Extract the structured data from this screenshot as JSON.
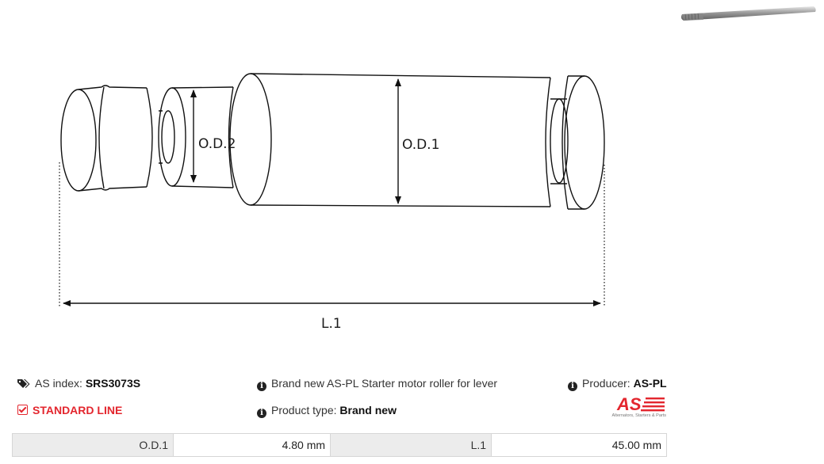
{
  "drawing": {
    "labels": {
      "od2": "O.D.2",
      "od1": "O.D.1",
      "l1": "L.1"
    }
  },
  "thumbnail": {
    "name": "product-photo"
  },
  "info": {
    "as_index_label": "AS index:",
    "as_index_value": "SRS3073S",
    "line_label": "STANDARD LINE",
    "description": "Brand new AS-PL Starter motor roller for lever",
    "product_type_label": "Product type:",
    "product_type_value": "Brand new",
    "producer_label": "Producer:",
    "producer_value": "AS-PL",
    "logo_text": "AS",
    "logo_caption": "Alternators, Starters & Parts"
  },
  "specs": [
    {
      "key": "O.D.1",
      "value": "4.80 mm"
    },
    {
      "key": "L.1",
      "value": "45.00 mm"
    }
  ],
  "colors": {
    "accent": "#e3262e",
    "cell_bg": "#ececec",
    "border": "#d6d6d6"
  }
}
